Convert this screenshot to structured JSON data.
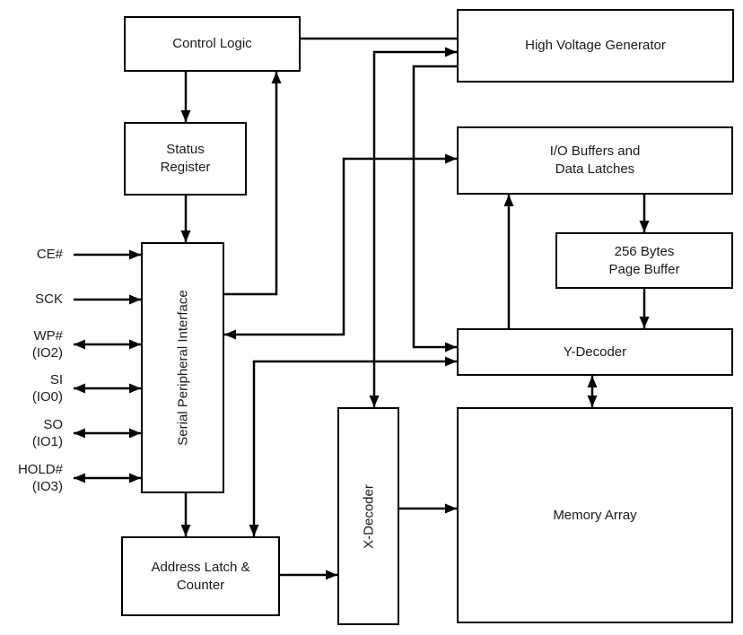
{
  "diagram": {
    "kind": "functional-block-diagram",
    "blocks": {
      "control_logic": "Control Logic",
      "status_register": "Status\nRegister",
      "spi": "Serial Peripheral Interface",
      "address_latch_counter": "Address Latch &\nCounter",
      "x_decoder": "X-Decoder",
      "high_voltage_generator": "High Voltage Generator",
      "io_buffers": "I/O Buffers and\nData Latches",
      "page_buffer": "256 Bytes\nPage Buffer",
      "y_decoder": "Y-Decoder",
      "memory_array": "Memory Array"
    },
    "signals": [
      {
        "label": "CE#",
        "direction": "input"
      },
      {
        "label": "SCK",
        "direction": "input"
      },
      {
        "label": "WP#\n(IO2)",
        "direction": "bidirectional"
      },
      {
        "label": "SI\n(IO0)",
        "direction": "bidirectional"
      },
      {
        "label": "SO\n(IO1)",
        "direction": "bidirectional"
      },
      {
        "label": "HOLD#\n(IO3)",
        "direction": "bidirectional"
      }
    ],
    "connections": [
      {
        "from": "control_logic",
        "to": "status_register",
        "arrows": "end"
      },
      {
        "from": "status_register",
        "to": "spi",
        "arrows": "end"
      },
      {
        "from": "spi",
        "to": "control_logic",
        "arrows": "end"
      },
      {
        "from": "control_logic",
        "to": "high_voltage_generator",
        "arrows": "none"
      },
      {
        "from": "x_decoder",
        "to": "high_voltage_generator",
        "arrows": "both"
      },
      {
        "from": "high_voltage_generator",
        "to": "y_decoder",
        "arrows": "end"
      },
      {
        "from": "address_latch_counter",
        "to": "y_decoder",
        "arrows": "both"
      },
      {
        "from": "spi",
        "to": "io_buffers",
        "arrows": "both"
      },
      {
        "from": "spi",
        "to": "address_latch_counter",
        "arrows": "end"
      },
      {
        "from": "address_latch_counter",
        "to": "x_decoder",
        "arrows": "end"
      },
      {
        "from": "x_decoder",
        "to": "memory_array",
        "arrows": "end"
      },
      {
        "from": "y_decoder",
        "to": "io_buffers",
        "arrows": "end"
      },
      {
        "from": "io_buffers",
        "to": "page_buffer",
        "arrows": "end"
      },
      {
        "from": "page_buffer",
        "to": "y_decoder",
        "arrows": "end"
      },
      {
        "from": "y_decoder",
        "to": "memory_array",
        "arrows": "both"
      }
    ],
    "colors": {
      "line": "#000000",
      "box_border": "#000000",
      "background": "#ffffff",
      "text": "#1a1a1a"
    }
  }
}
